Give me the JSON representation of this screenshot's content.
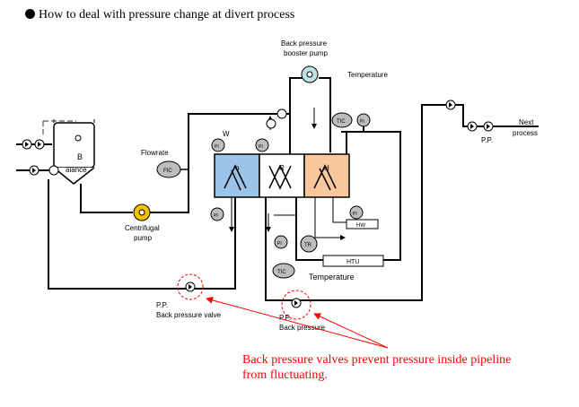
{
  "title": "How to deal with pressure change at divert process",
  "labels": {
    "back_pressure_booster_pump_1": "Back pressure",
    "back_pressure_booster_pump_2": "booster pump",
    "temperature_top": "Temperature",
    "temperature_mid": "Temperature",
    "flowrate": "Flowrate",
    "balance_b": "B",
    "balance_text": "alance",
    "centrifugal_1": "Centrifugal",
    "centrifugal_2": "pump",
    "next_process_1": "Next",
    "next_process_2": "process",
    "pp_right": "P.P.",
    "pp_left": "P.P.",
    "back_pressure_valve": "Back pressure valve",
    "pp_bottom": "P.P.",
    "back_pressure_bottom": "Back pressure",
    "section_w": "W",
    "section_o": "o",
    "section_r": "R",
    "section_h": "H",
    "fic": "FIC",
    "pi": "PI",
    "tic": "TIC",
    "tr": "TR",
    "hw": "HW",
    "htu": "HTU"
  },
  "note": {
    "line1": "Back pressure valves prevent pressure inside pipeline",
    "line2": "from fluctuating."
  },
  "colors": {
    "cooling": "#9cc3ea",
    "heating": "#f8c79b",
    "pump": "#f2c200",
    "booster": "#bfe4e6",
    "gauge": "#bdbdbd",
    "annotation": "#ff0000"
  }
}
